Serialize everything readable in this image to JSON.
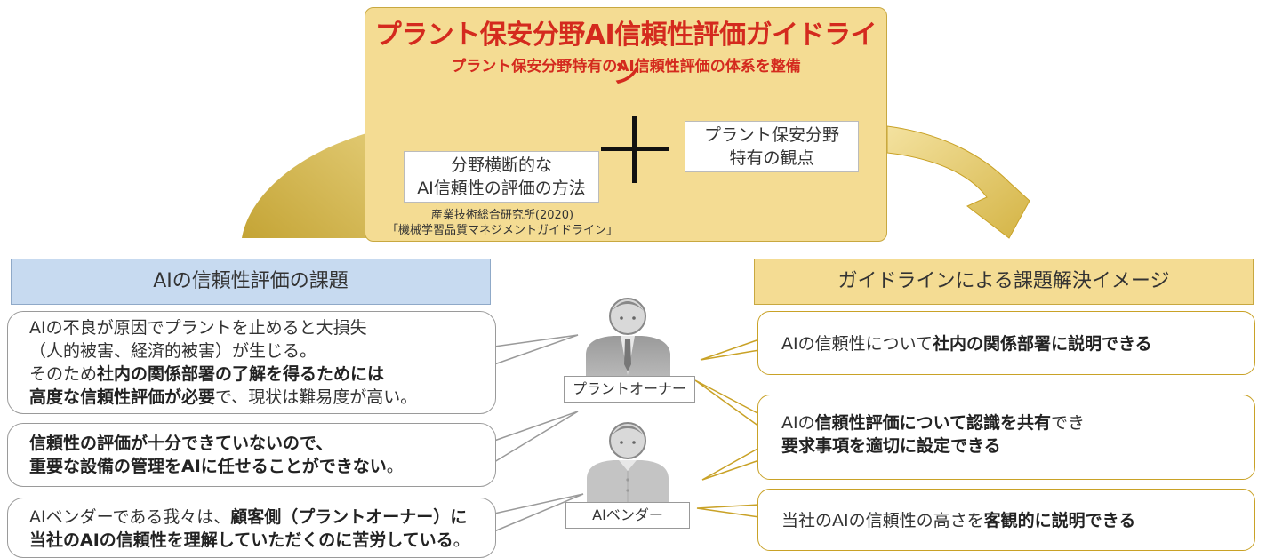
{
  "guideline": {
    "title": "プラント保安分野AI信頼性評価ガイドライン",
    "subtitle": "プラント保安分野特有のAI信頼性評価の体系を整備",
    "cross_method": [
      "分野横断的な",
      "AI信頼性の評価の方法"
    ],
    "plant_view": [
      "プラント保安分野",
      "特有の観点"
    ],
    "source": [
      "産業技術総合研究所(2020)",
      "「機械学習品質マネジメントガイドライン」"
    ]
  },
  "left": {
    "header": "AIの信頼性評価の課題",
    "bubble1": {
      "line1": "AIの不良が原因でプラントを止めると大損失",
      "line2": "（人的被害、経済的被害）が生じる。",
      "line3_pre": "そのため",
      "line3_bold": "社内の関係部署の了解を得るためには",
      "line4_bold": "高度な信頼性評価が必要",
      "line4_post": "で、現状は難易度が高い。"
    },
    "bubble2": {
      "line1_bold": "信頼性の評価が十分できていないので、",
      "line2_bold": "重要な設備の管理をAIに任せることができない",
      "line2_post": "。"
    },
    "bubble3": {
      "line1_pre": "AIベンダーである我々は、",
      "line1_bold": "顧客側（プラントオーナー）に",
      "line2_bold": "当社のAIの信頼性を理解していただくのに苦労している",
      "line2_post": "。"
    }
  },
  "people": {
    "owner_label": "プラントオーナー",
    "vendor_label": "AIベンダー"
  },
  "right": {
    "header": "ガイドラインによる課題解決イメージ",
    "bubble1": {
      "pre": "AIの信頼性について",
      "bold": "社内の関係部署に説明できる"
    },
    "bubble2": {
      "line1_pre": "AIの",
      "line1_bold": "信頼性評価について認識を共有",
      "line1_post": "でき",
      "line2_bold": "要求事項を適切に設定できる"
    },
    "bubble3": {
      "pre": "当社のAIの信頼性の高さを",
      "bold": "客観的に説明できる"
    }
  },
  "colors": {
    "title_red": "#d42a1e",
    "gold_fill": "#f4dc93",
    "blue_fill": "#c7daf0",
    "book_green": "#7bb35a",
    "arrow_gold": "#c9a227"
  }
}
